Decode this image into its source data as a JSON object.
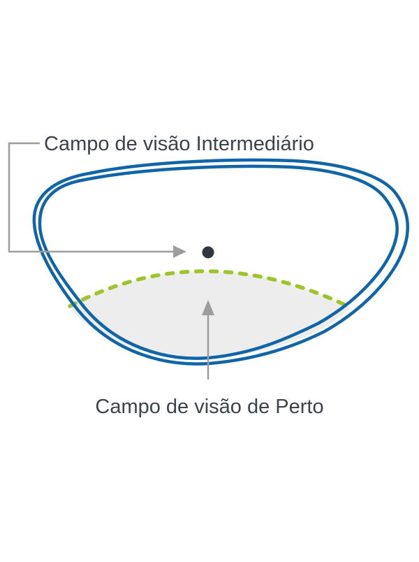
{
  "diagram": {
    "type": "progressive-lens-vision-zones",
    "labels": {
      "intermediate": "Campo de visão Intermediário",
      "near": "Campo de visão de Perto"
    },
    "colors": {
      "background": "#ffffff",
      "lens_outline": "#1064a8",
      "near_zone_fill": "#ededee",
      "near_zone_dash": "#9dc42a",
      "annotation": "#9d9d9d",
      "text": "#3c434b",
      "center_dot": "#2f3640"
    }
  }
}
